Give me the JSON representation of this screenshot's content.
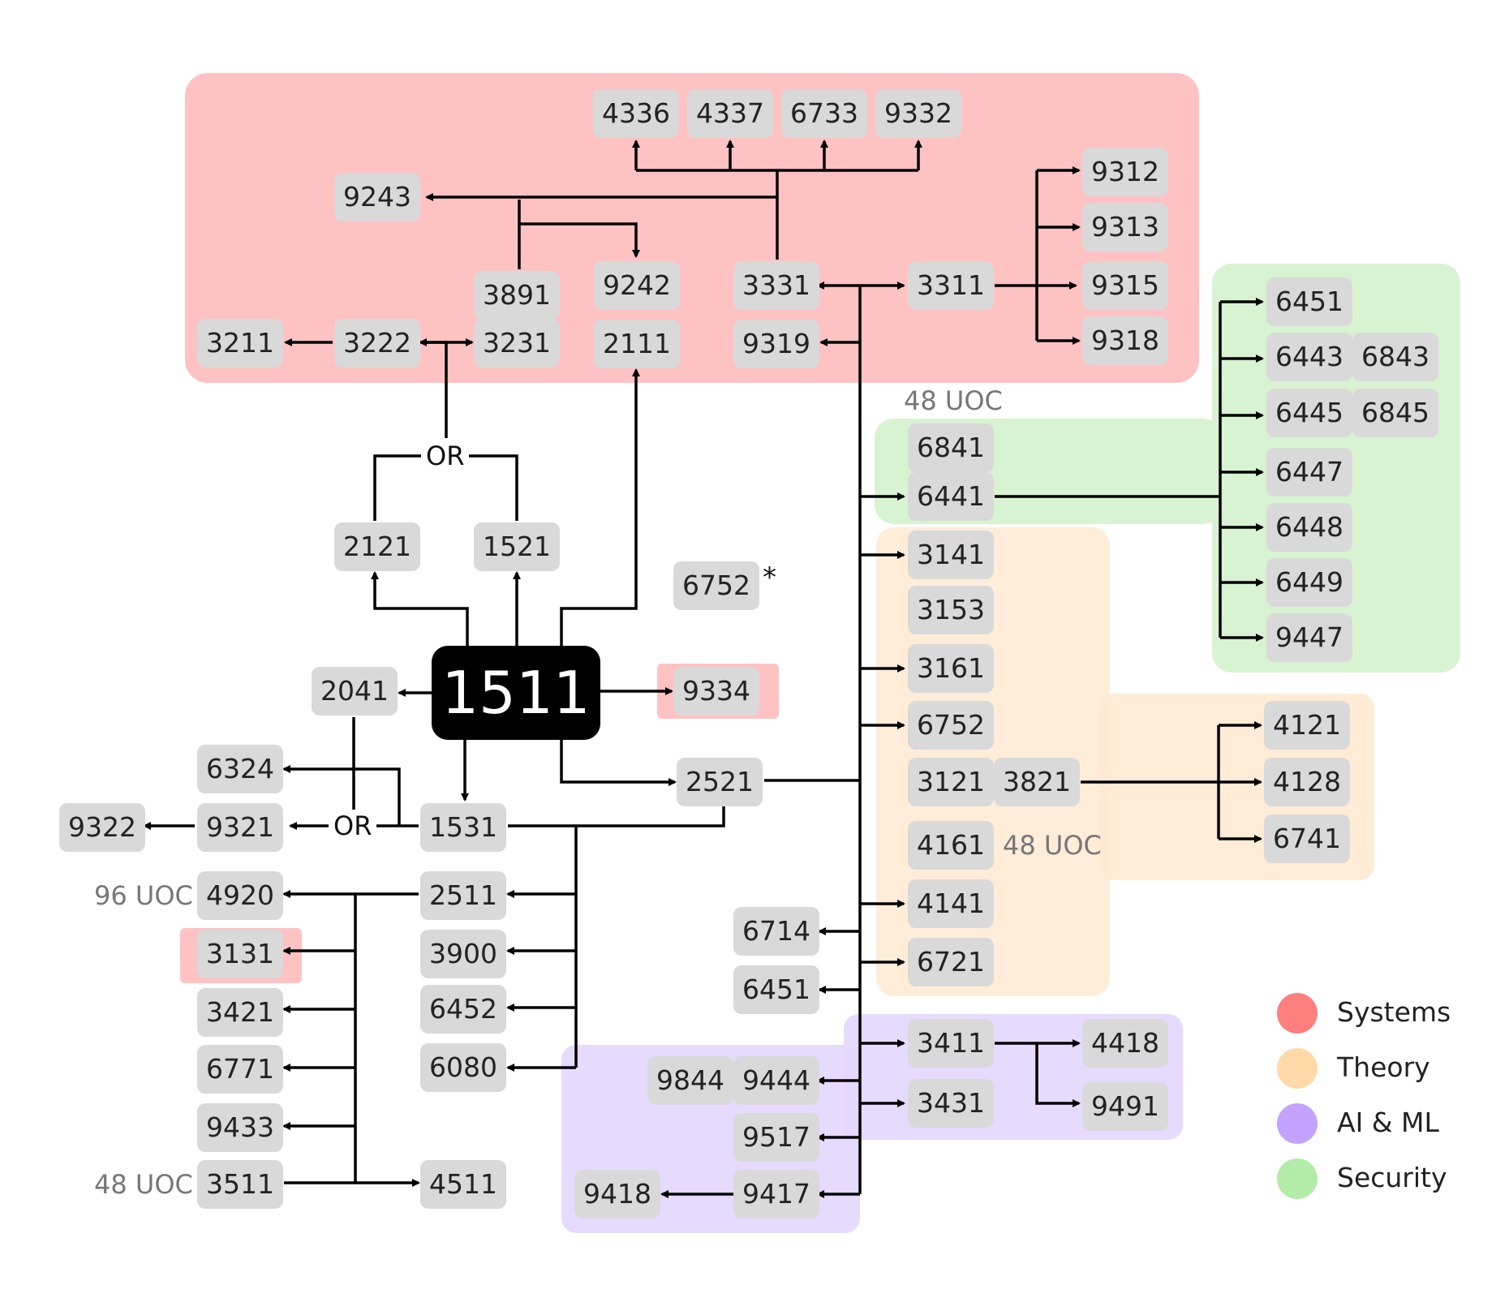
{
  "colors": {
    "systems": "#ffb3b3",
    "theory": "#ffe3bf",
    "ai_ml": "#d4c0ff",
    "security": "#c8f0c0",
    "node": "#d9d9d9",
    "root": "#000000"
  },
  "legend": [
    {
      "label": "Systems",
      "color": "#ff7f7f"
    },
    {
      "label": "Theory",
      "color": "#ffd9a8"
    },
    {
      "label": "AI & ML",
      "color": "#c3a3ff"
    },
    {
      "label": "Security",
      "color": "#b3eba8"
    }
  ],
  "root": {
    "code": "1511"
  },
  "nodes": {
    "n4336": "4336",
    "n4337": "4337",
    "n6733": "6733",
    "n9332": "9332",
    "n9243": "9243",
    "n9312": "9312",
    "n9313": "9313",
    "n9315": "9315",
    "n9318": "9318",
    "n3891": "3891",
    "n9242": "9242",
    "n3331": "3331",
    "n3311": "3311",
    "n3211": "3211",
    "n3222": "3222",
    "n3231": "3231",
    "n2111": "2111",
    "n9319": "9319",
    "n6451a": "6451",
    "n6443": "6443",
    "n6843": "6843",
    "n6445": "6445",
    "n6845": "6845",
    "n6447": "6447",
    "n6448": "6448",
    "n6449": "6449",
    "n9447": "9447",
    "n6841": "6841",
    "n6441": "6441",
    "n2121": "2121",
    "n1521": "1521",
    "n6752a": "6752",
    "n3141": "3141",
    "n3153": "3153",
    "n3161": "3161",
    "n6752b": "6752",
    "n3121": "3121",
    "n3821": "3821",
    "n4161": "4161",
    "n4141": "4141",
    "n6721": "6721",
    "n4121": "4121",
    "n4128": "4128",
    "n6741": "6741",
    "n2041": "2041",
    "n9334": "9334",
    "n2521": "2521",
    "n6324": "6324",
    "n9322": "9322",
    "n9321": "9321",
    "n1531": "1531",
    "n4920": "4920",
    "n2511": "2511",
    "n3131": "3131",
    "n3900": "3900",
    "n3421": "3421",
    "n6452": "6452",
    "n6771": "6771",
    "n6080": "6080",
    "n9433": "9433",
    "n3511": "3511",
    "n4511": "4511",
    "n6714": "6714",
    "n6451b": "6451",
    "n9844": "9844",
    "n9444": "9444",
    "n9517": "9517",
    "n9418": "9418",
    "n9417": "9417",
    "n3411": "3411",
    "n3431": "3431",
    "n4418": "4418",
    "n9491": "9491"
  },
  "labels": {
    "uoc_48_top": "48 UOC",
    "uoc_48_theory": "48 UOC",
    "uoc_96": "96 UOC",
    "uoc_48_bottom": "48 UOC",
    "or_top": "OR",
    "or_left": "OR",
    "star": "*"
  }
}
